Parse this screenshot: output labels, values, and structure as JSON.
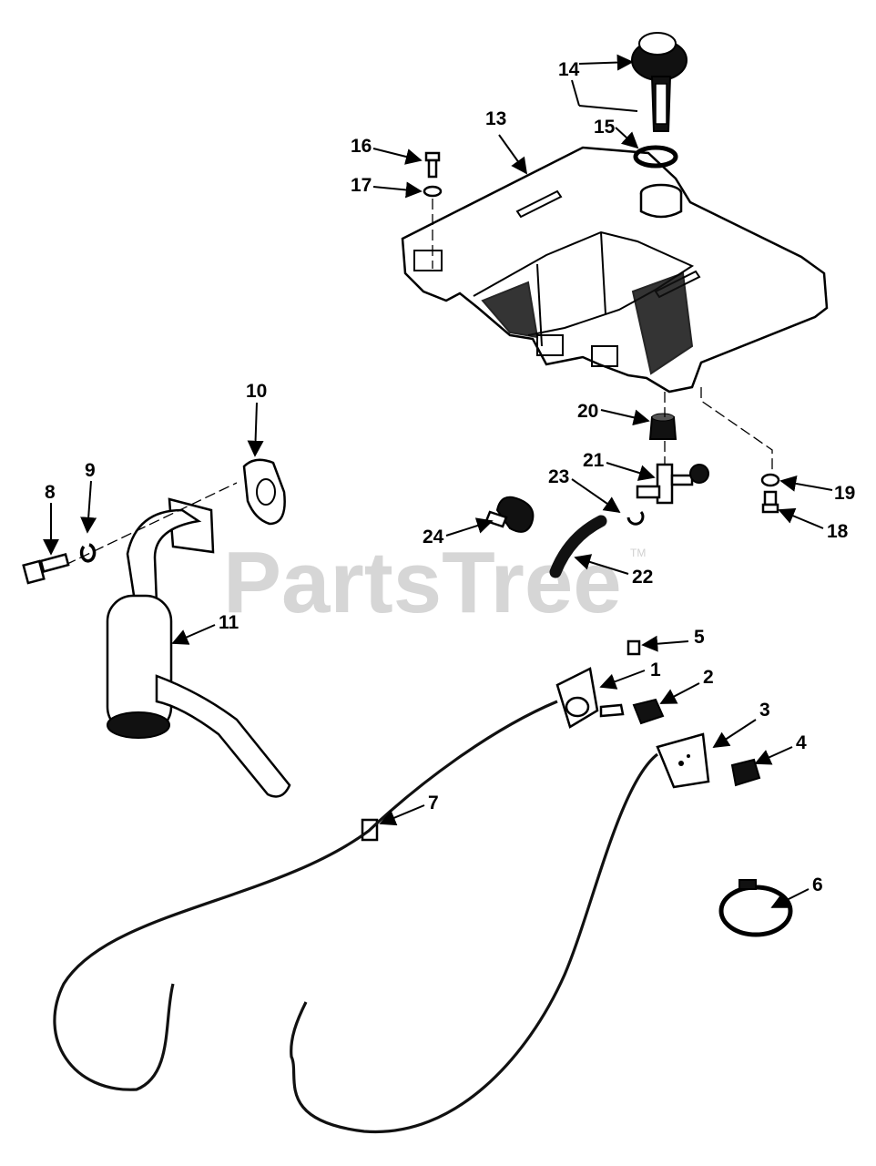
{
  "watermark": {
    "text": "PartsTree",
    "trademark": "TM"
  },
  "callouts": [
    "1",
    "2",
    "3",
    "4",
    "5",
    "6",
    "7",
    "8",
    "9",
    "10",
    "11",
    "13",
    "14",
    "15",
    "16",
    "17",
    "18",
    "19",
    "20",
    "21",
    "22",
    "23",
    "24"
  ]
}
